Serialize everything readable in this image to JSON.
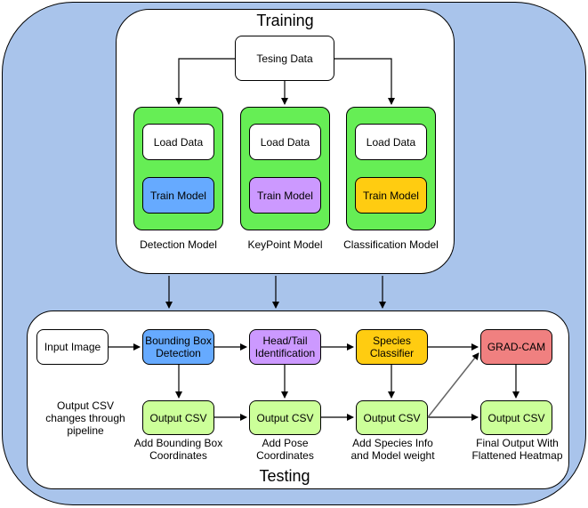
{
  "training": {
    "title": "Training",
    "data_source": "Tesing Data",
    "models": [
      {
        "load": "Load Data",
        "train": "Train Model",
        "caption": "Detection Model",
        "color": "#66aaff"
      },
      {
        "load": "Load Data",
        "train": "Train Model",
        "caption": "KeyPoint Model",
        "color": "#cc99ff"
      },
      {
        "load": "Load Data",
        "train": "Train Model",
        "caption": "Classification Model",
        "color": "#ffcc11"
      }
    ]
  },
  "testing": {
    "title": "Testing",
    "input": "Input Image",
    "bbox": "Bounding Box Detection",
    "headtail": "Head/Tail Identification",
    "species": "Species Classifier",
    "gradcam": "GRAD-CAM",
    "csv_note": "Output CSV changes through pipeline",
    "csv": [
      "Output CSV",
      "Output CSV",
      "Output CSV",
      "Output CSV"
    ],
    "csv_captions": [
      "Add Bounding Box Coordinates",
      "Add Pose Coordinates",
      "Add Species Info and Model weight",
      "Final Output With Flattened Heatmap"
    ]
  },
  "colors": {
    "background": "#a9c4eb",
    "model_panel": "#66ee55",
    "detection": "#66aaff",
    "keypoint": "#cc99ff",
    "classification": "#ffcc11",
    "gradcam": "#f08080",
    "csv": "#ccff99"
  }
}
